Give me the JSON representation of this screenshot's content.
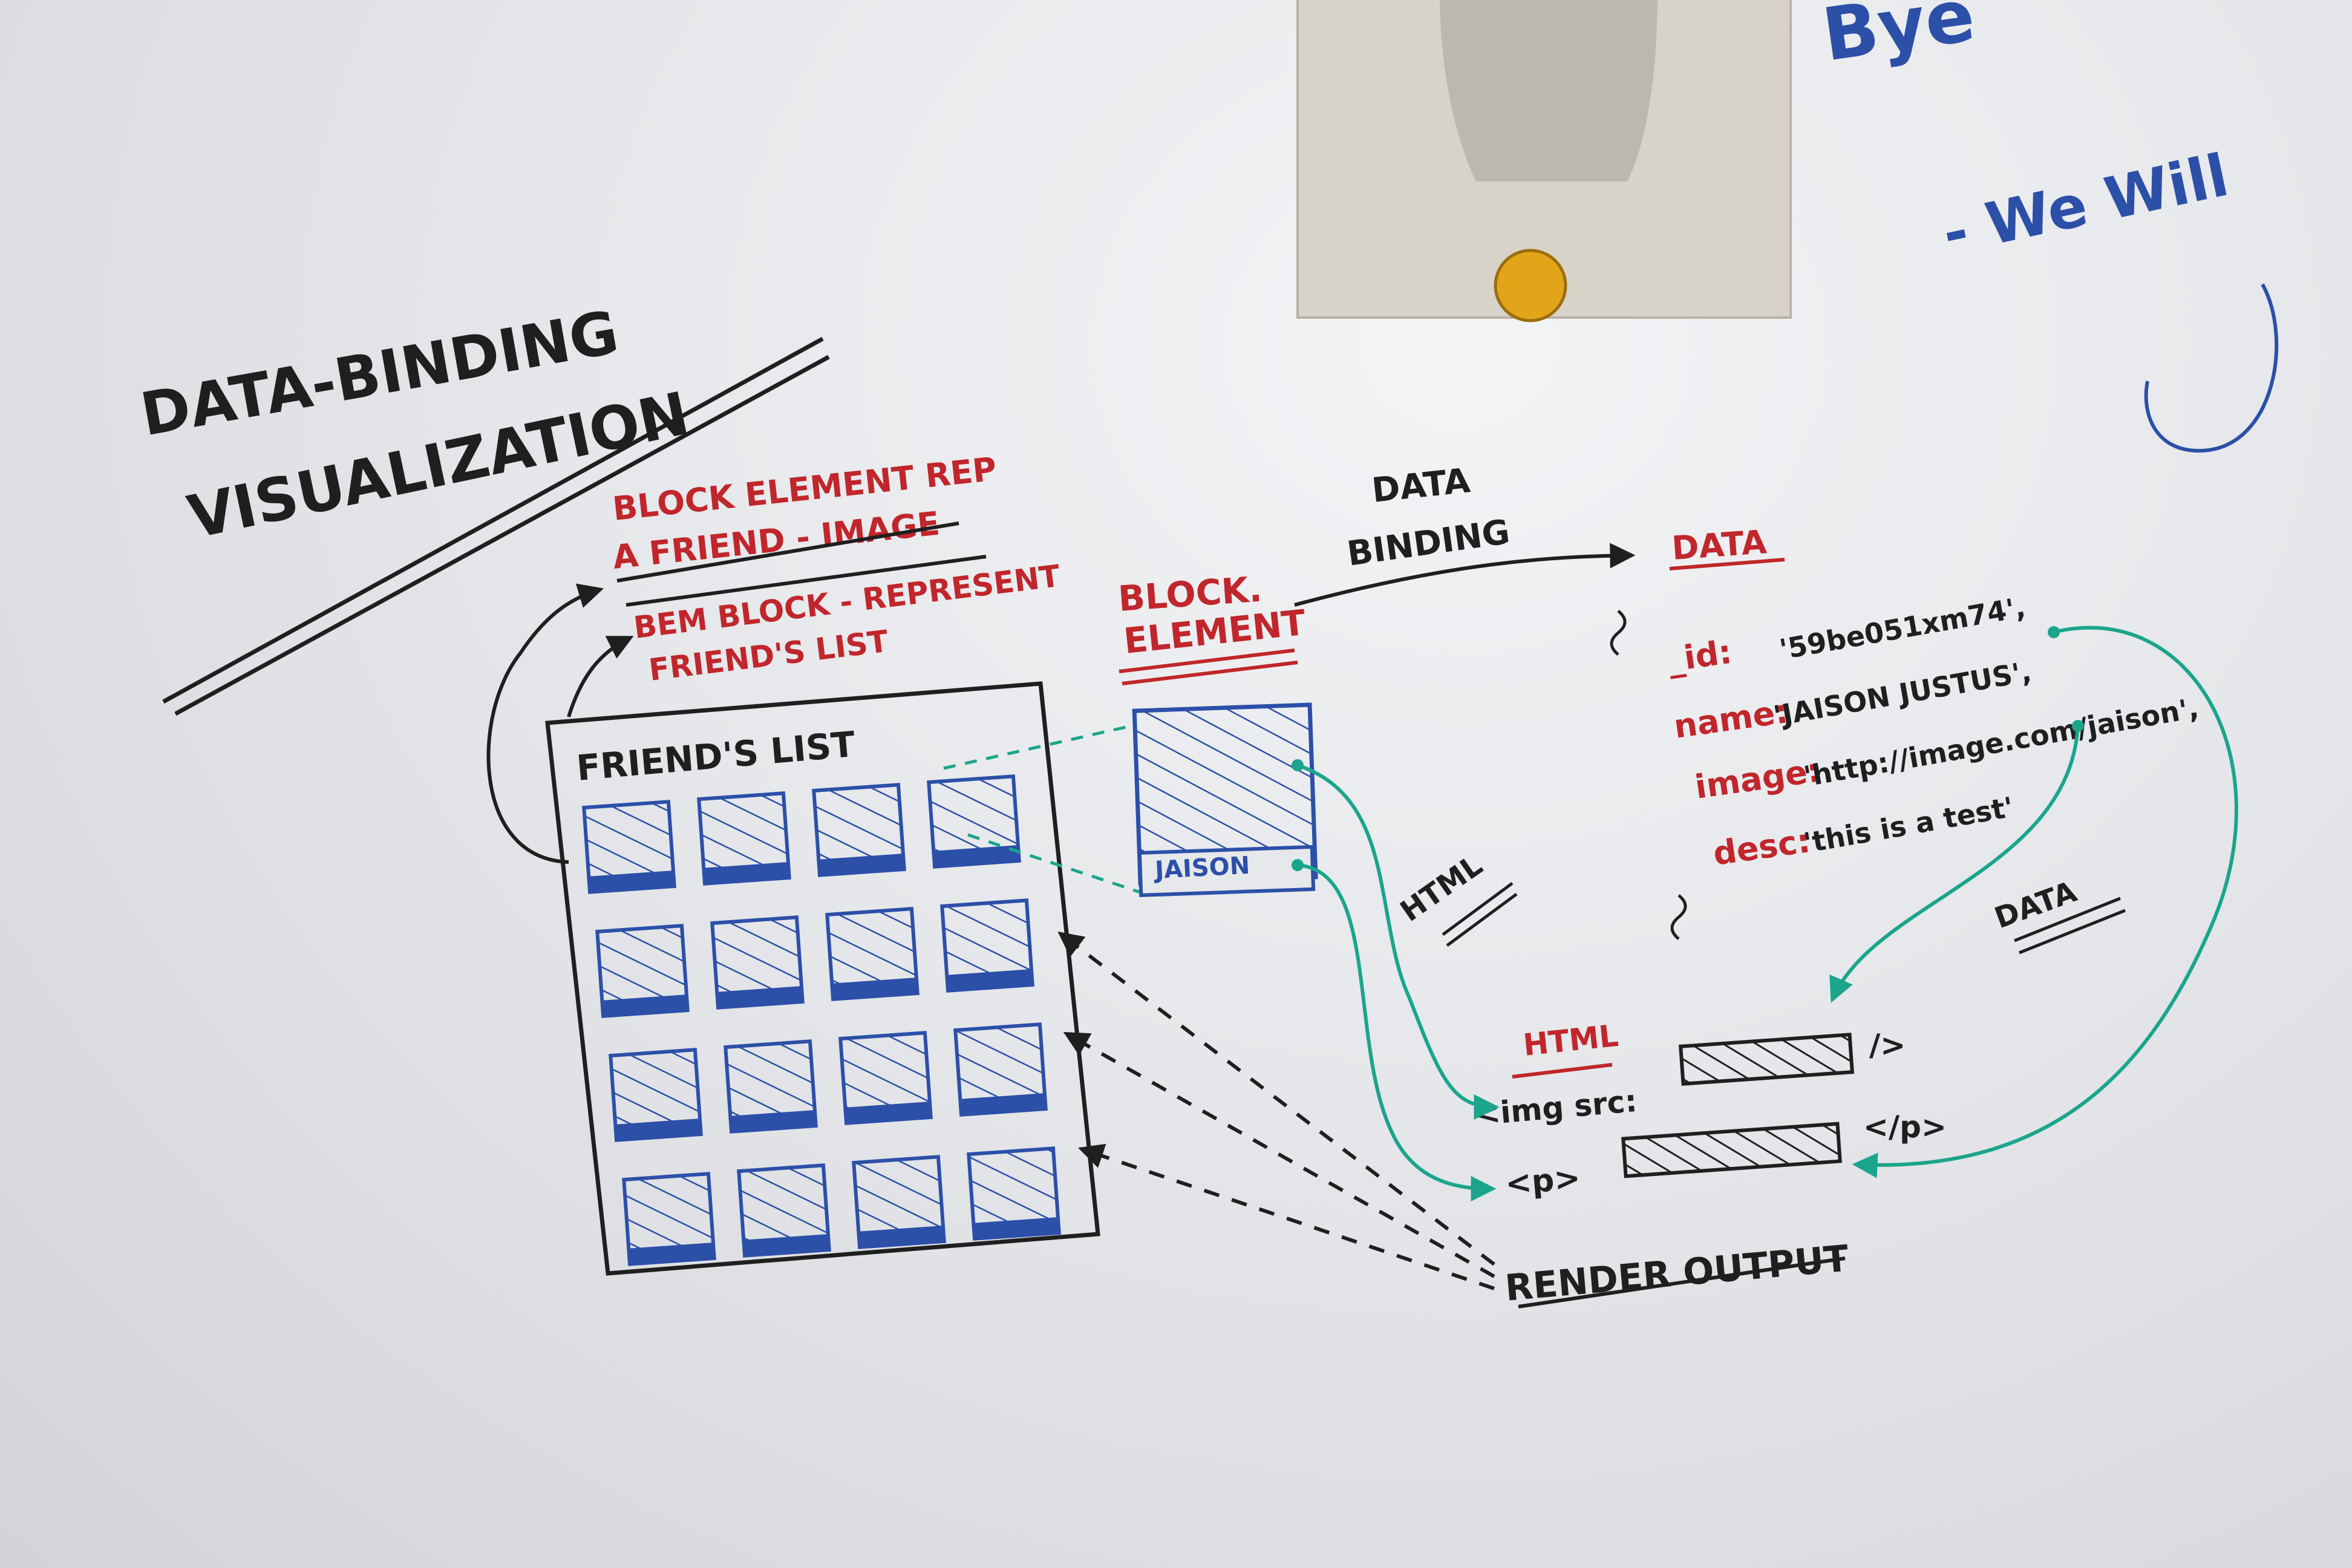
{
  "title_line1": "DATA-BINDING",
  "title_line2": "VISUALIZATION",
  "block_element_rep_line1": "BLOCK ELEMENT REP",
  "block_element_rep_line2": "A FRIEND - IMAGE",
  "bem_block_line1": "BEM BLOCK - REPRESENT",
  "bem_block_line2": "FRIEND'S LIST",
  "friends_list_label": "FRIEND'S LIST",
  "block_element_label_line1": "BLOCK.",
  "block_element_label_line2": "ELEMENT",
  "data_binding_line1": "DATA",
  "data_binding_line2": "BINDING",
  "data_heading": "DATA",
  "card_name": "JAISON",
  "html_side_label": "HTML",
  "data_side_label": "DATA",
  "data_fields": [
    {
      "key": "_id:",
      "value": "'59be051xm74',"
    },
    {
      "key": "name:",
      "value": "'JAISON JUSTUS',"
    },
    {
      "key": "image:",
      "value": "'http://image.com/jaison',"
    },
    {
      "key": "desc:",
      "value": "'this is a test'"
    }
  ],
  "html_heading": "HTML",
  "img_tag_open": "<img src:",
  "img_tag_close": "/>",
  "p_tag_open": "<p>",
  "p_tag_close": "</p>",
  "render_output_label": "RENDER OUTPUT",
  "top_right_line1": "Bye",
  "top_right_line2": "- We Will",
  "colors": {
    "black_marker": "#1f1f1f",
    "red_marker": "#c0262b",
    "blue_marker": "#2c4fa8",
    "green_marker": "#1aa58c"
  }
}
